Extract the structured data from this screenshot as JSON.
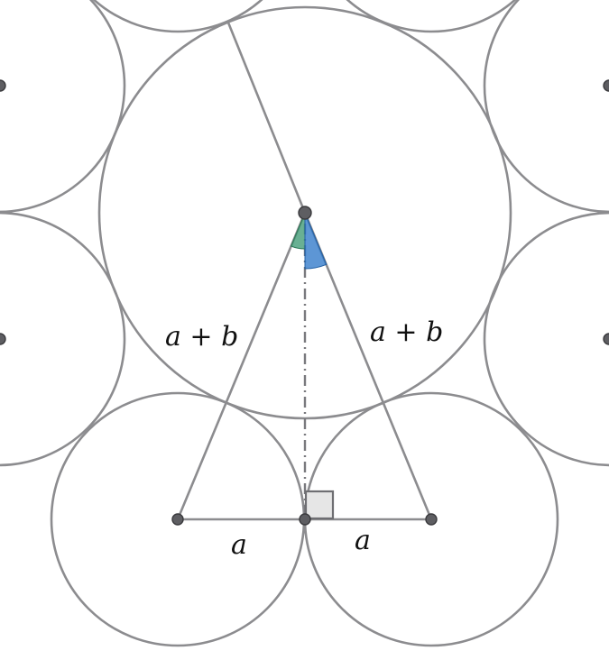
{
  "labels": {
    "hyp_left": "a + b",
    "hyp_right": "a + b",
    "base_left": "a",
    "base_right": "a"
  },
  "colors": {
    "stroke": "#8c8c8f",
    "point": "#5e5e62",
    "angle_left": "#3f9a74",
    "angle_right": "#2f78c9"
  }
}
